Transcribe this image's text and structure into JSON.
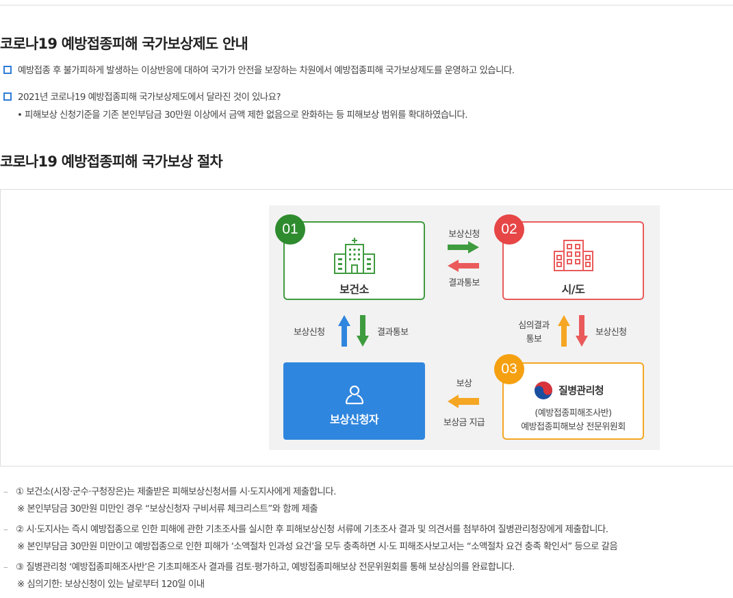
{
  "section1": {
    "title": "코로나19 예방접종피해 국가보상제도 안내",
    "bullet1": "예방접종 후 불가피하게 발생하는 이상반응에 대하여 국가가 안전을 보장하는 차원에서 예방접종피해 국가보상제도를 운영하고 있습니다.",
    "bullet2": "2021년 코로나19 예방접종피해 국가보상제도에서 달라진 것이 있나요?",
    "bullet2_sub": "• 피해보상 신청기준을 기존 본인부담금 30만원 이상에서 금액 제한 없음으로 완화하는 등 피해보상 범위를 확대하였습니다."
  },
  "section2": {
    "title": "코로나19 예방접종피해 국가보상 절차"
  },
  "diagram": {
    "step1": {
      "num": "01",
      "label": "보건소"
    },
    "step2": {
      "num": "02",
      "label": "시/도"
    },
    "step3": {
      "num": "03",
      "org": "질병관리청",
      "sub1": "(예방접종피해조사반)",
      "sub2": "예방접종피해보상 전문위원회"
    },
    "applicant": {
      "label": "보상신청자"
    },
    "arrow_top_right": "보상신청",
    "arrow_top_left": "결과통보",
    "arrow_left_up": "보상신청",
    "arrow_left_down": "결과통보",
    "arrow_right_up_1": "심의결과",
    "arrow_right_up_2": "통보",
    "arrow_right_down": "보상신청",
    "arrow_bottom_1": "보상",
    "arrow_bottom_2": "보상금 지급",
    "colors": {
      "green": "#3e9b3e",
      "red": "#ea5a5a",
      "orange": "#f5a623",
      "blue": "#2f86de"
    }
  },
  "notes": [
    {
      "main": "① 보건소(시장·군수·구청장은)는 제출받은 피해보상신청서를 시·도지사에게 제출합니다.",
      "sub": "※ 본인부담금 30만원 미만인 경우 “보상신청자 구비서류 체크리스트”와 함께 제출"
    },
    {
      "main": "② 시·도지사는 즉시 예방접종으로 인한 피해에 관한 기초조사를 실시한 후 피해보상신청 서류에 기초조사 결과 및 의견서를 첨부하여 질병관리청장에게 제출합니다.",
      "sub": "※ 본인부담금 30만원 미만이고 예방접종으로 인한 피해가 ‘소액절차 인과성 요건’을 모두 충족하면 시·도 피해조사보고서는 “소액절차 요건 충족 확인서” 등으로 갈음"
    },
    {
      "main": "③ 질병관리청 ‘예방접종피해조사반’은 기초피해조사 결과를 검토·평가하고, 예방접종피해보상 전문위원회를 통해 보상심의를 완료합니다.",
      "sub": "※ 심의기한: 보상신청이 있는 날로부터 120일 이내"
    }
  ]
}
